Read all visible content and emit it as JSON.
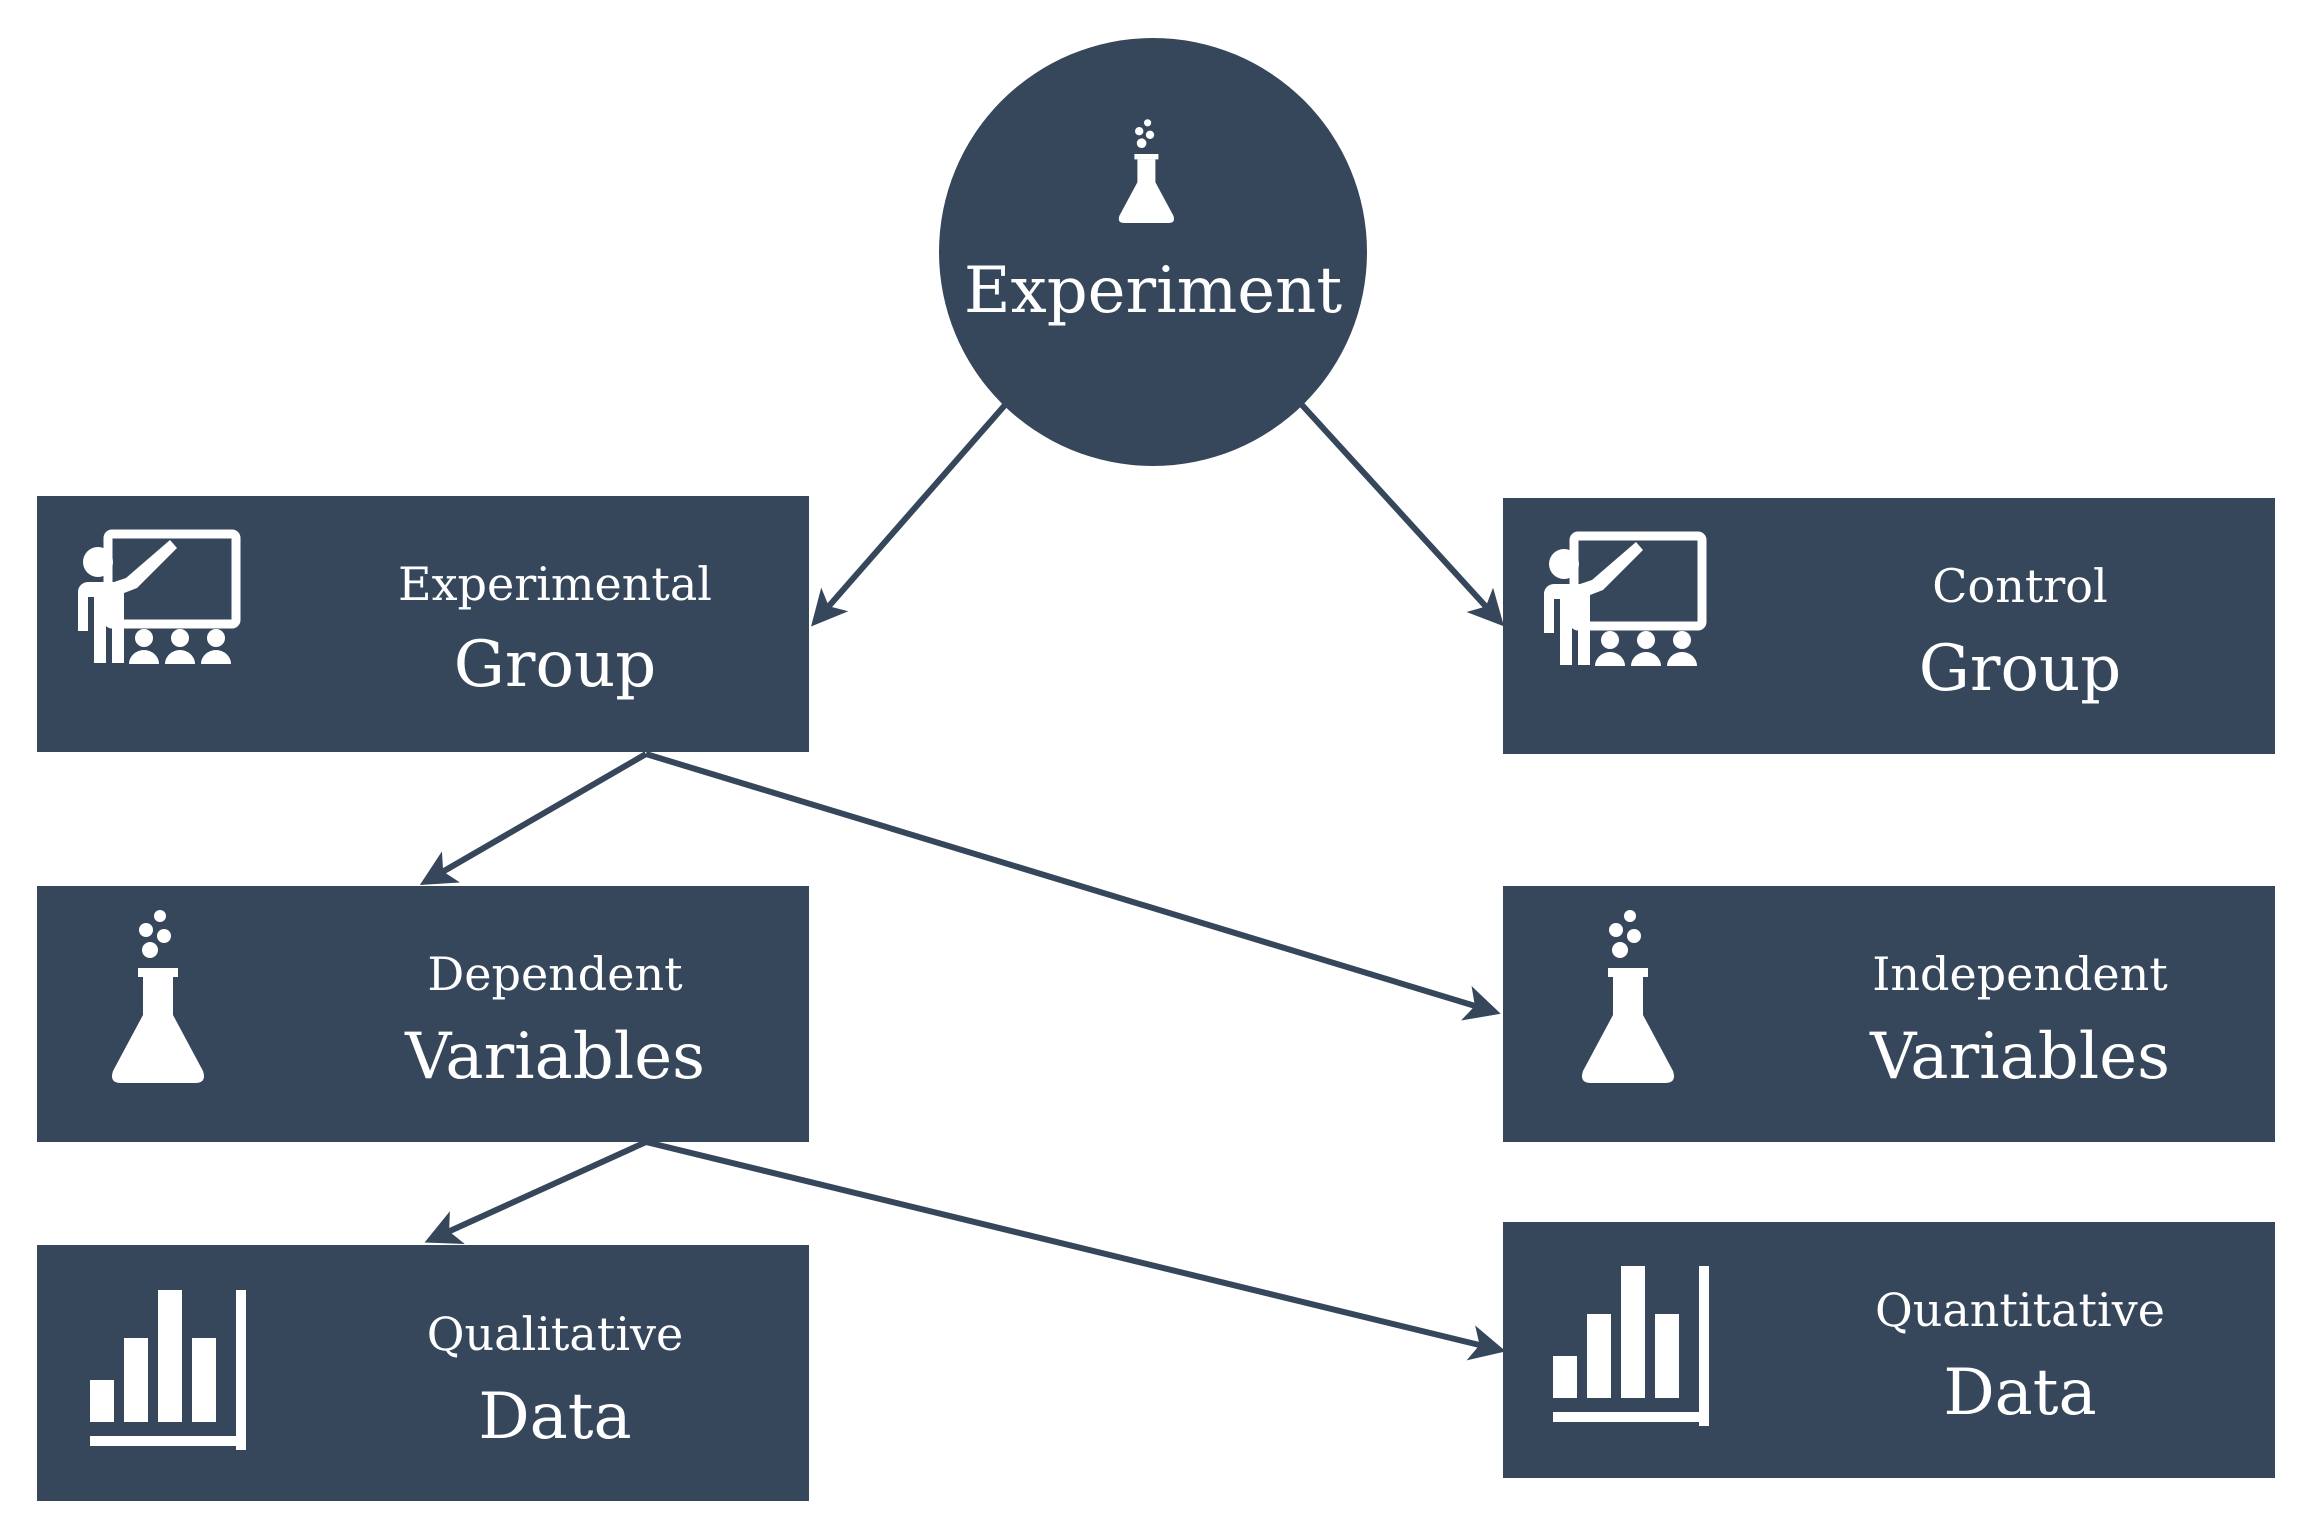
{
  "colors": {
    "node_fill": "#36475c",
    "icon": "#ffffff",
    "arrow": "#36475c",
    "background": "#ffffff"
  },
  "root": {
    "label": "Experiment",
    "icon": "flask-icon"
  },
  "nodes": {
    "experimental_group": {
      "line1": "Experimental",
      "line2": "Group",
      "icon": "teacher-classroom-icon"
    },
    "control_group": {
      "line1": "Control",
      "line2": "Group",
      "icon": "teacher-classroom-icon"
    },
    "dependent_variables": {
      "line1": "Dependent",
      "line2": "Variables",
      "icon": "flask-icon"
    },
    "independent_variables": {
      "line1": "Independent",
      "line2": "Variables",
      "icon": "flask-icon"
    },
    "qualitative_data": {
      "line1": "Qualitative",
      "line2": "Data",
      "icon": "bar-chart-icon"
    },
    "quantitative_data": {
      "line1": "Quantitative",
      "line2": "Data",
      "icon": "bar-chart-icon"
    }
  },
  "edges": [
    {
      "from": "Experiment",
      "to": "Experimental Group"
    },
    {
      "from": "Experiment",
      "to": "Control Group"
    },
    {
      "from": "Experimental Group",
      "to": "Dependent Variables"
    },
    {
      "from": "Experimental Group",
      "to": "Independent Variables"
    },
    {
      "from": "Dependent Variables",
      "to": "Qualitative Data"
    },
    {
      "from": "Dependent Variables",
      "to": "Quantitative Data"
    }
  ]
}
